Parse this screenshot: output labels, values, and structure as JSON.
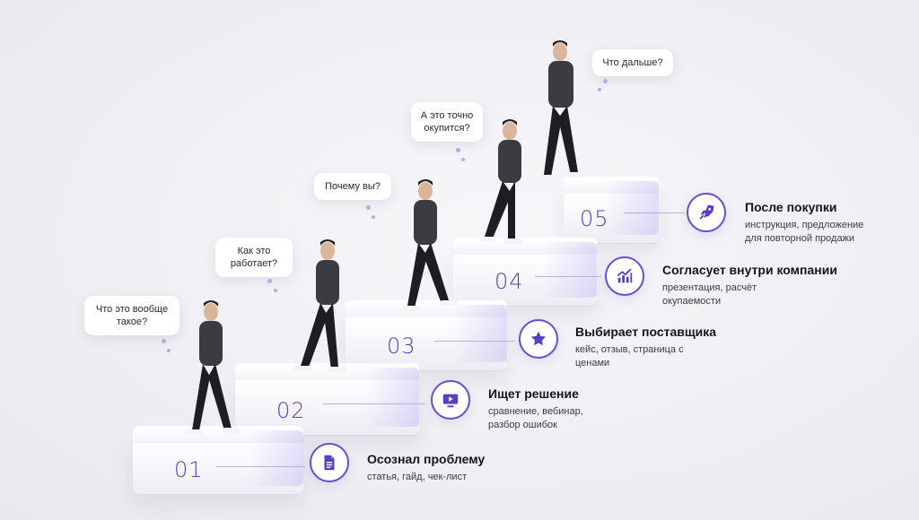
{
  "steps": [
    {
      "number": "01",
      "title": "Осознал проблему",
      "desc": "статья, гайд, чек-лист",
      "icon": "document-icon",
      "bubble": "Что это вообще такое?"
    },
    {
      "number": "02",
      "title": "Ищет решение",
      "desc": "сравнение, вебинар, разбор ошибок",
      "icon": "video-play-icon",
      "bubble": "Как это работает?"
    },
    {
      "number": "03",
      "title": "Выбирает поставщика",
      "desc": "кейс, отзыв, страница с ценами",
      "icon": "star-icon",
      "bubble": "Почему вы?"
    },
    {
      "number": "04",
      "title": "Согласует внутри компании",
      "desc": "презентация, расчёт окупаемости",
      "icon": "growth-chart-icon",
      "bubble": "А это точно окупится?"
    },
    {
      "number": "05",
      "title": "После покупки",
      "desc": "инструкция, предложение для повторной продажи",
      "icon": "rocket-icon",
      "bubble": "Что дальше?"
    }
  ],
  "colors": {
    "accent": "#5a3fc4",
    "icon_border": "#6a4bd6",
    "line": "#b9b2d6",
    "dots": "#b7abe6"
  }
}
